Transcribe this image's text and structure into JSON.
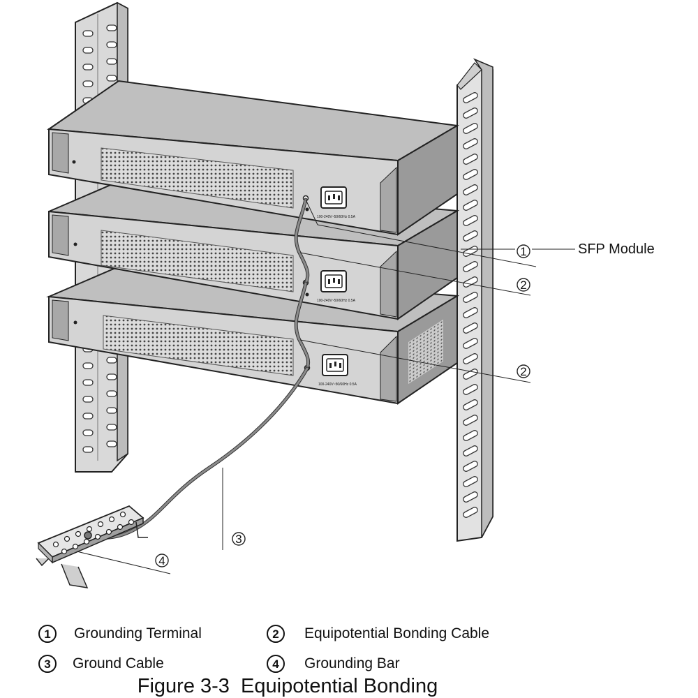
{
  "callouts": {
    "sfp_label": "SFP Module",
    "num_1": "1",
    "num_2": "2",
    "num_3": "3",
    "num_4": "4"
  },
  "device_label": "100-240V~50/60Hz 0.5A",
  "legend": [
    {
      "num": "1",
      "text": "Grounding Terminal"
    },
    {
      "num": "2",
      "text": "Equipotential Bonding Cable"
    },
    {
      "num": "3",
      "text": "Ground Cable"
    },
    {
      "num": "4",
      "text": "Grounding Bar"
    }
  ],
  "caption": "Figure 3-3  Equipotential Bonding"
}
